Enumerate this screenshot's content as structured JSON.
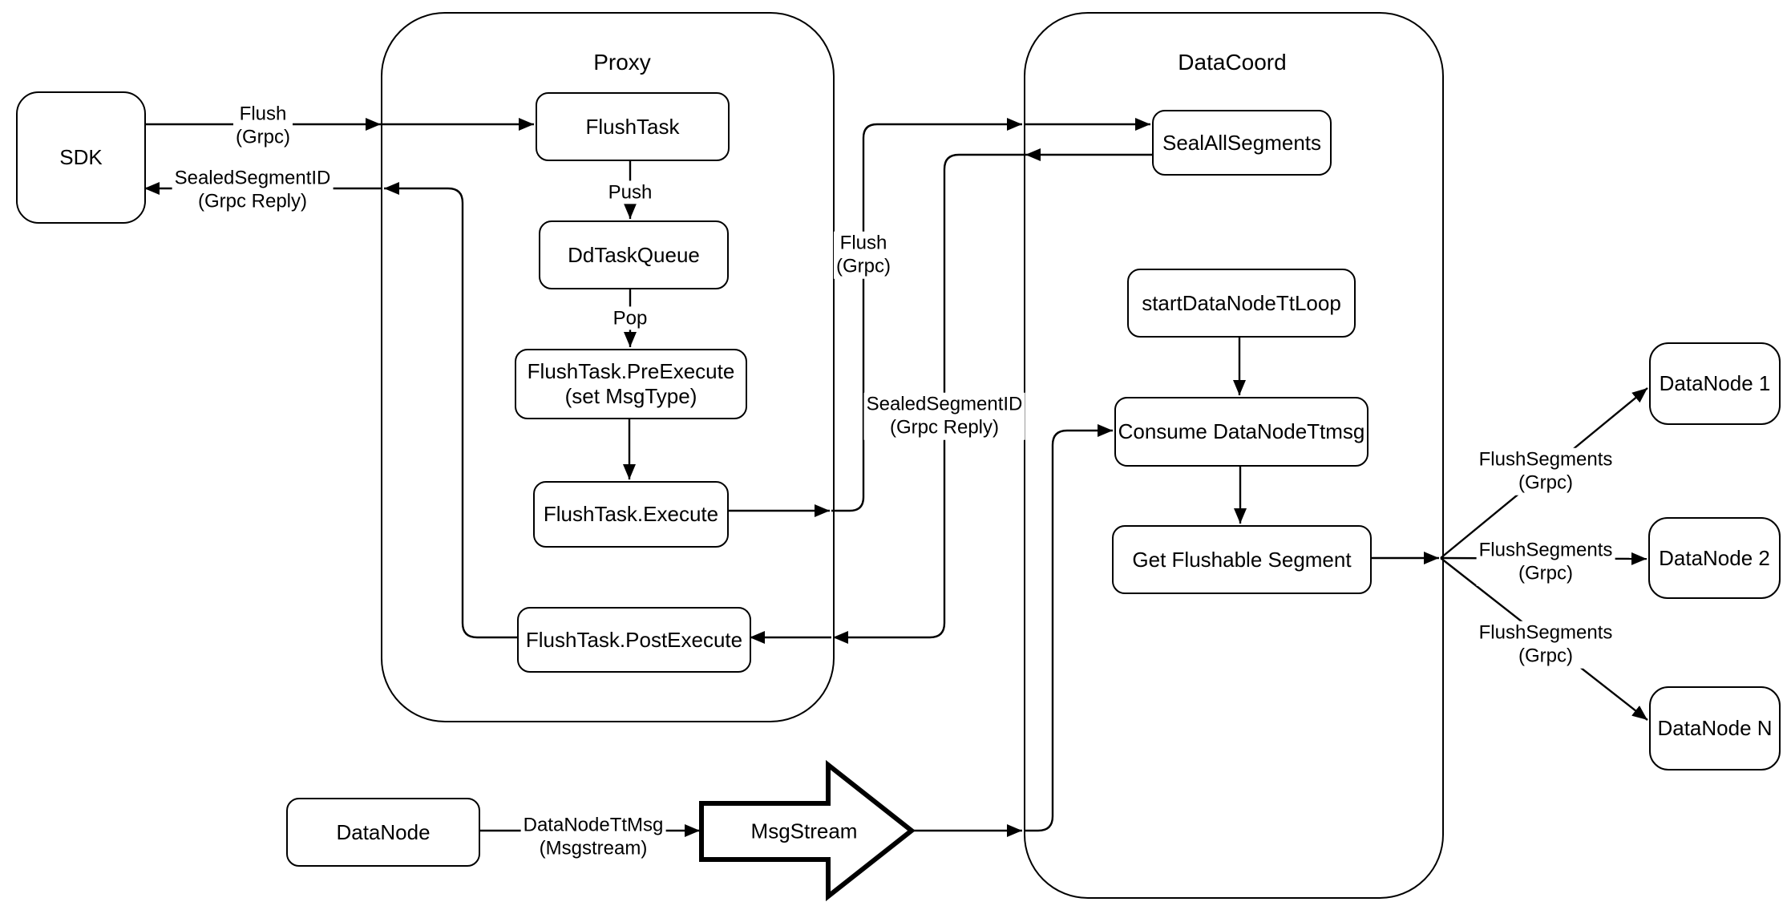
{
  "diagram": {
    "colors": {
      "stroke": "#000000",
      "fill": "#ffffff"
    },
    "containers": {
      "proxy": {
        "title": "Proxy"
      },
      "datacoord": {
        "title": "DataCoord"
      }
    },
    "nodes": {
      "sdk": {
        "label": "SDK"
      },
      "flush_task": {
        "label": "FlushTask"
      },
      "dd_task_queue": {
        "label": "DdTaskQueue"
      },
      "pre_execute": {
        "line1": "FlushTask.PreExecute",
        "line2": "(set MsgType)"
      },
      "execute": {
        "label": "FlushTask.Execute"
      },
      "post_execute": {
        "label": "FlushTask.PostExecute"
      },
      "seal_all_segments": {
        "label": "SealAllSegments"
      },
      "start_datanode_tt_loop": {
        "label": "startDataNodeTtLoop"
      },
      "consume_datanode_ttmsg": {
        "label": "Consume DataNodeTtmsg"
      },
      "get_flushable_segment": {
        "label": "Get Flushable Segment"
      },
      "datanode_1": {
        "label": "DataNode 1"
      },
      "datanode_2": {
        "label": "DataNode 2"
      },
      "datanode_n": {
        "label": "DataNode N"
      },
      "datanode": {
        "label": "DataNode"
      },
      "msgstream": {
        "label": "MsgStream"
      }
    },
    "edge_labels": {
      "flush_sdk": {
        "line1": "Flush",
        "line2": "(Grpc)"
      },
      "sealed_sdk": {
        "line1": "SealedSegmentID",
        "line2": "(Grpc Reply)"
      },
      "push": {
        "line1": "Push"
      },
      "pop": {
        "line1": "Pop"
      },
      "flush_mid": {
        "line1": "Flush",
        "line2": "(Grpc)"
      },
      "sealed_mid": {
        "line1": "SealedSegmentID",
        "line2": "(Grpc Reply)"
      },
      "flush_segments_1": {
        "line1": "FlushSegments",
        "line2": "(Grpc)"
      },
      "flush_segments_2": {
        "line1": "FlushSegments",
        "line2": "(Grpc)"
      },
      "flush_segments_3": {
        "line1": "FlushSegments",
        "line2": "(Grpc)"
      },
      "datanode_ttmsg": {
        "line1": "DataNodeTtMsg",
        "line2": "(Msgstream)"
      }
    }
  }
}
